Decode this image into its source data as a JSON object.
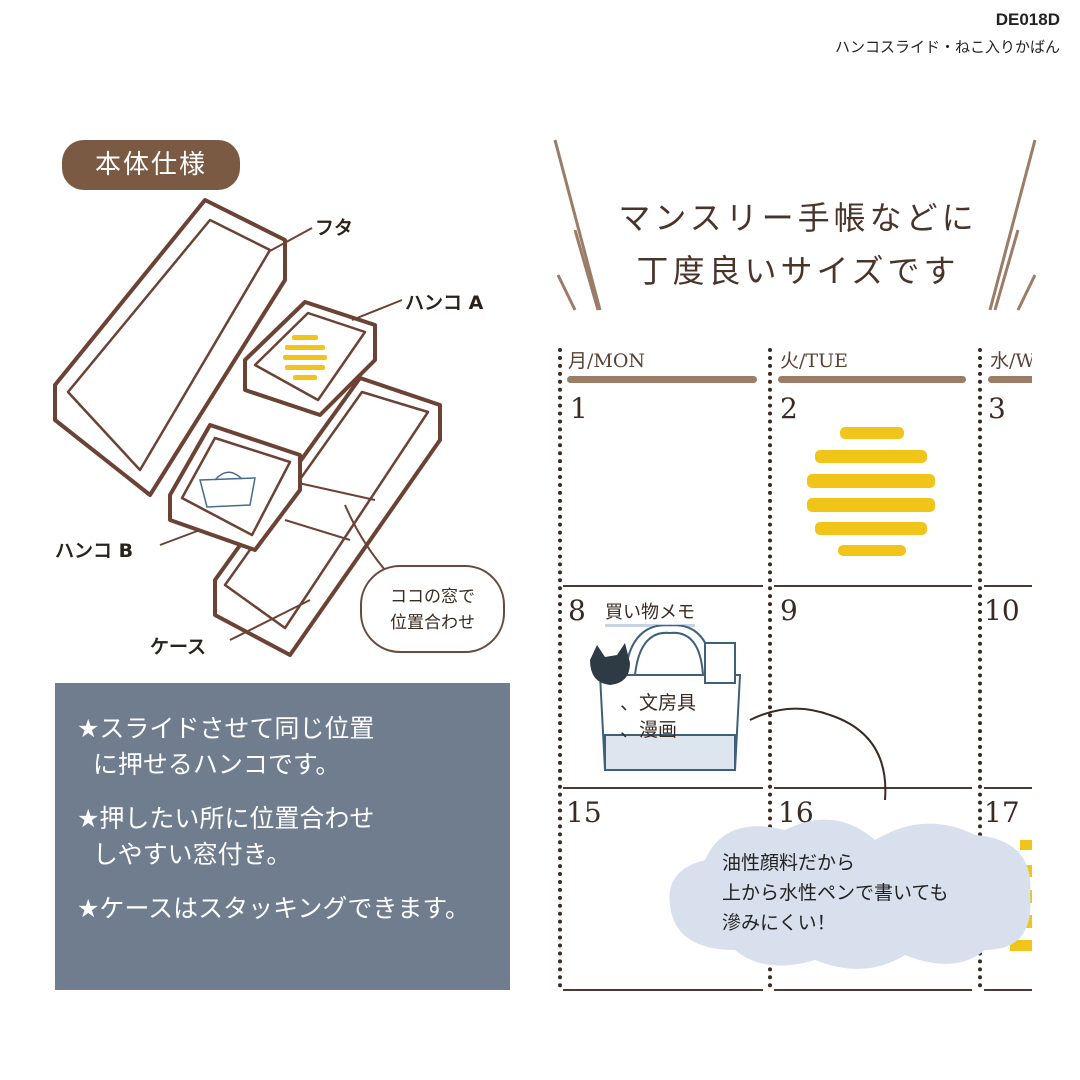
{
  "header": {
    "code": "DE018D",
    "subtitle": "ハンコスライド・ねこ入りかばん"
  },
  "spec": {
    "badge": "本体仕様",
    "labels": {
      "lid": "フタ",
      "stamp_a": "ハンコ A",
      "stamp_b": "ハンコ B",
      "case": "ケース"
    },
    "bubble": [
      "ココの窓で",
      "位置合わせ"
    ]
  },
  "features": [
    [
      "★スライドさせて同じ位置",
      "に押せるハンコです。"
    ],
    [
      "★押したい所に位置合わせ",
      "しやすい窓付き。"
    ],
    [
      "★ケースはスタッキングできます。"
    ]
  ],
  "headline": [
    "マンスリー手帳などに",
    "丁度良いサイズです"
  ],
  "calendar": {
    "days": [
      "月/MON",
      "火/TUE",
      "水/W"
    ],
    "dates": [
      "1",
      "2",
      "3",
      "8",
      "9",
      "10",
      "15",
      "16",
      "17"
    ],
    "memo_title": "買い物メモ",
    "memo_items": [
      "、文房具",
      "、漫画"
    ]
  },
  "cloud": [
    "油性顔料だから",
    "上から水性ペンで書いても",
    "滲みにくい！"
  ],
  "colors": {
    "brown": "#7b5a44",
    "line": "#6b4234",
    "yellow": "#f0c419",
    "slate": "#6f7d8f",
    "cloud": "#d8e0ee"
  }
}
